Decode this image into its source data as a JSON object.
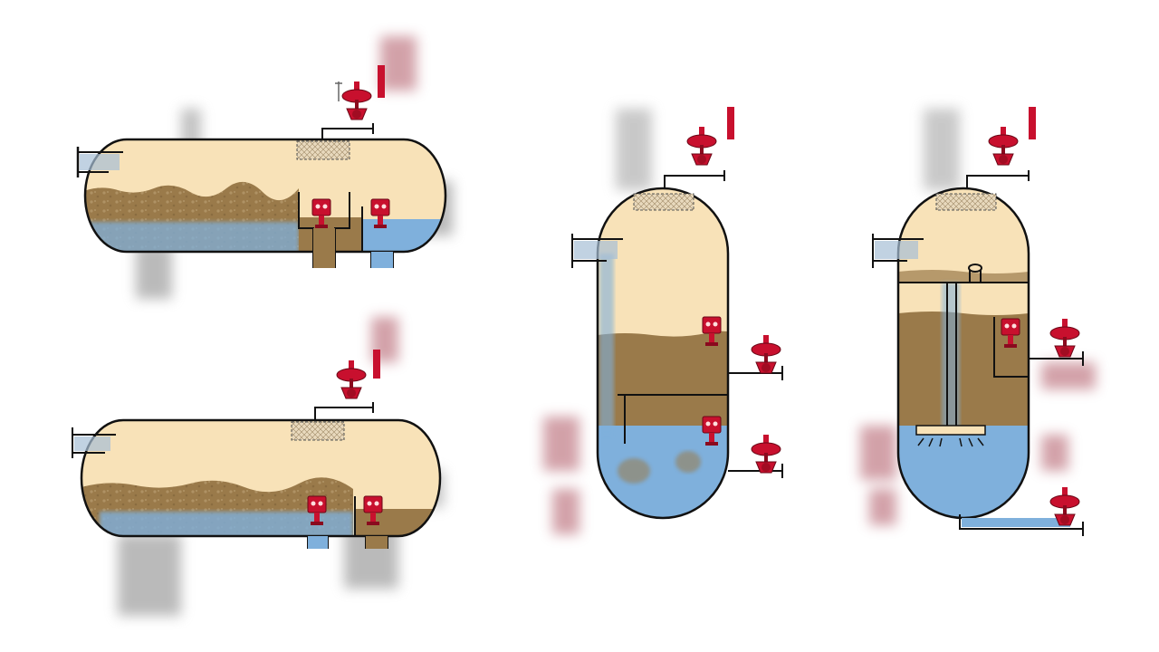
{
  "scene": {
    "colors": {
      "gas": "#f8e2b8",
      "oil": "#9a7a4a",
      "oil_light": "#a98c5e",
      "water": "#7fb0dc",
      "water_light": "#8cbce6",
      "valve": "#c8102e",
      "valve_dark": "#8a0a1e",
      "outline": "#111111",
      "mesh": "#d6c3a0",
      "ghost": "#9a9a9a",
      "ghost_red": "#b56470"
    },
    "separators": [
      {
        "id": "horizontal-1",
        "kind": "horizontal",
        "label_icon": "horizontal-separator-icon"
      },
      {
        "id": "horizontal-2",
        "kind": "horizontal",
        "label_icon": "horizontal-separator-icon"
      },
      {
        "id": "vertical-1",
        "kind": "vertical",
        "label_icon": "vertical-separator-icon"
      },
      {
        "id": "vertical-2",
        "kind": "vertical",
        "label_icon": "vertical-separator-icon"
      }
    ]
  }
}
